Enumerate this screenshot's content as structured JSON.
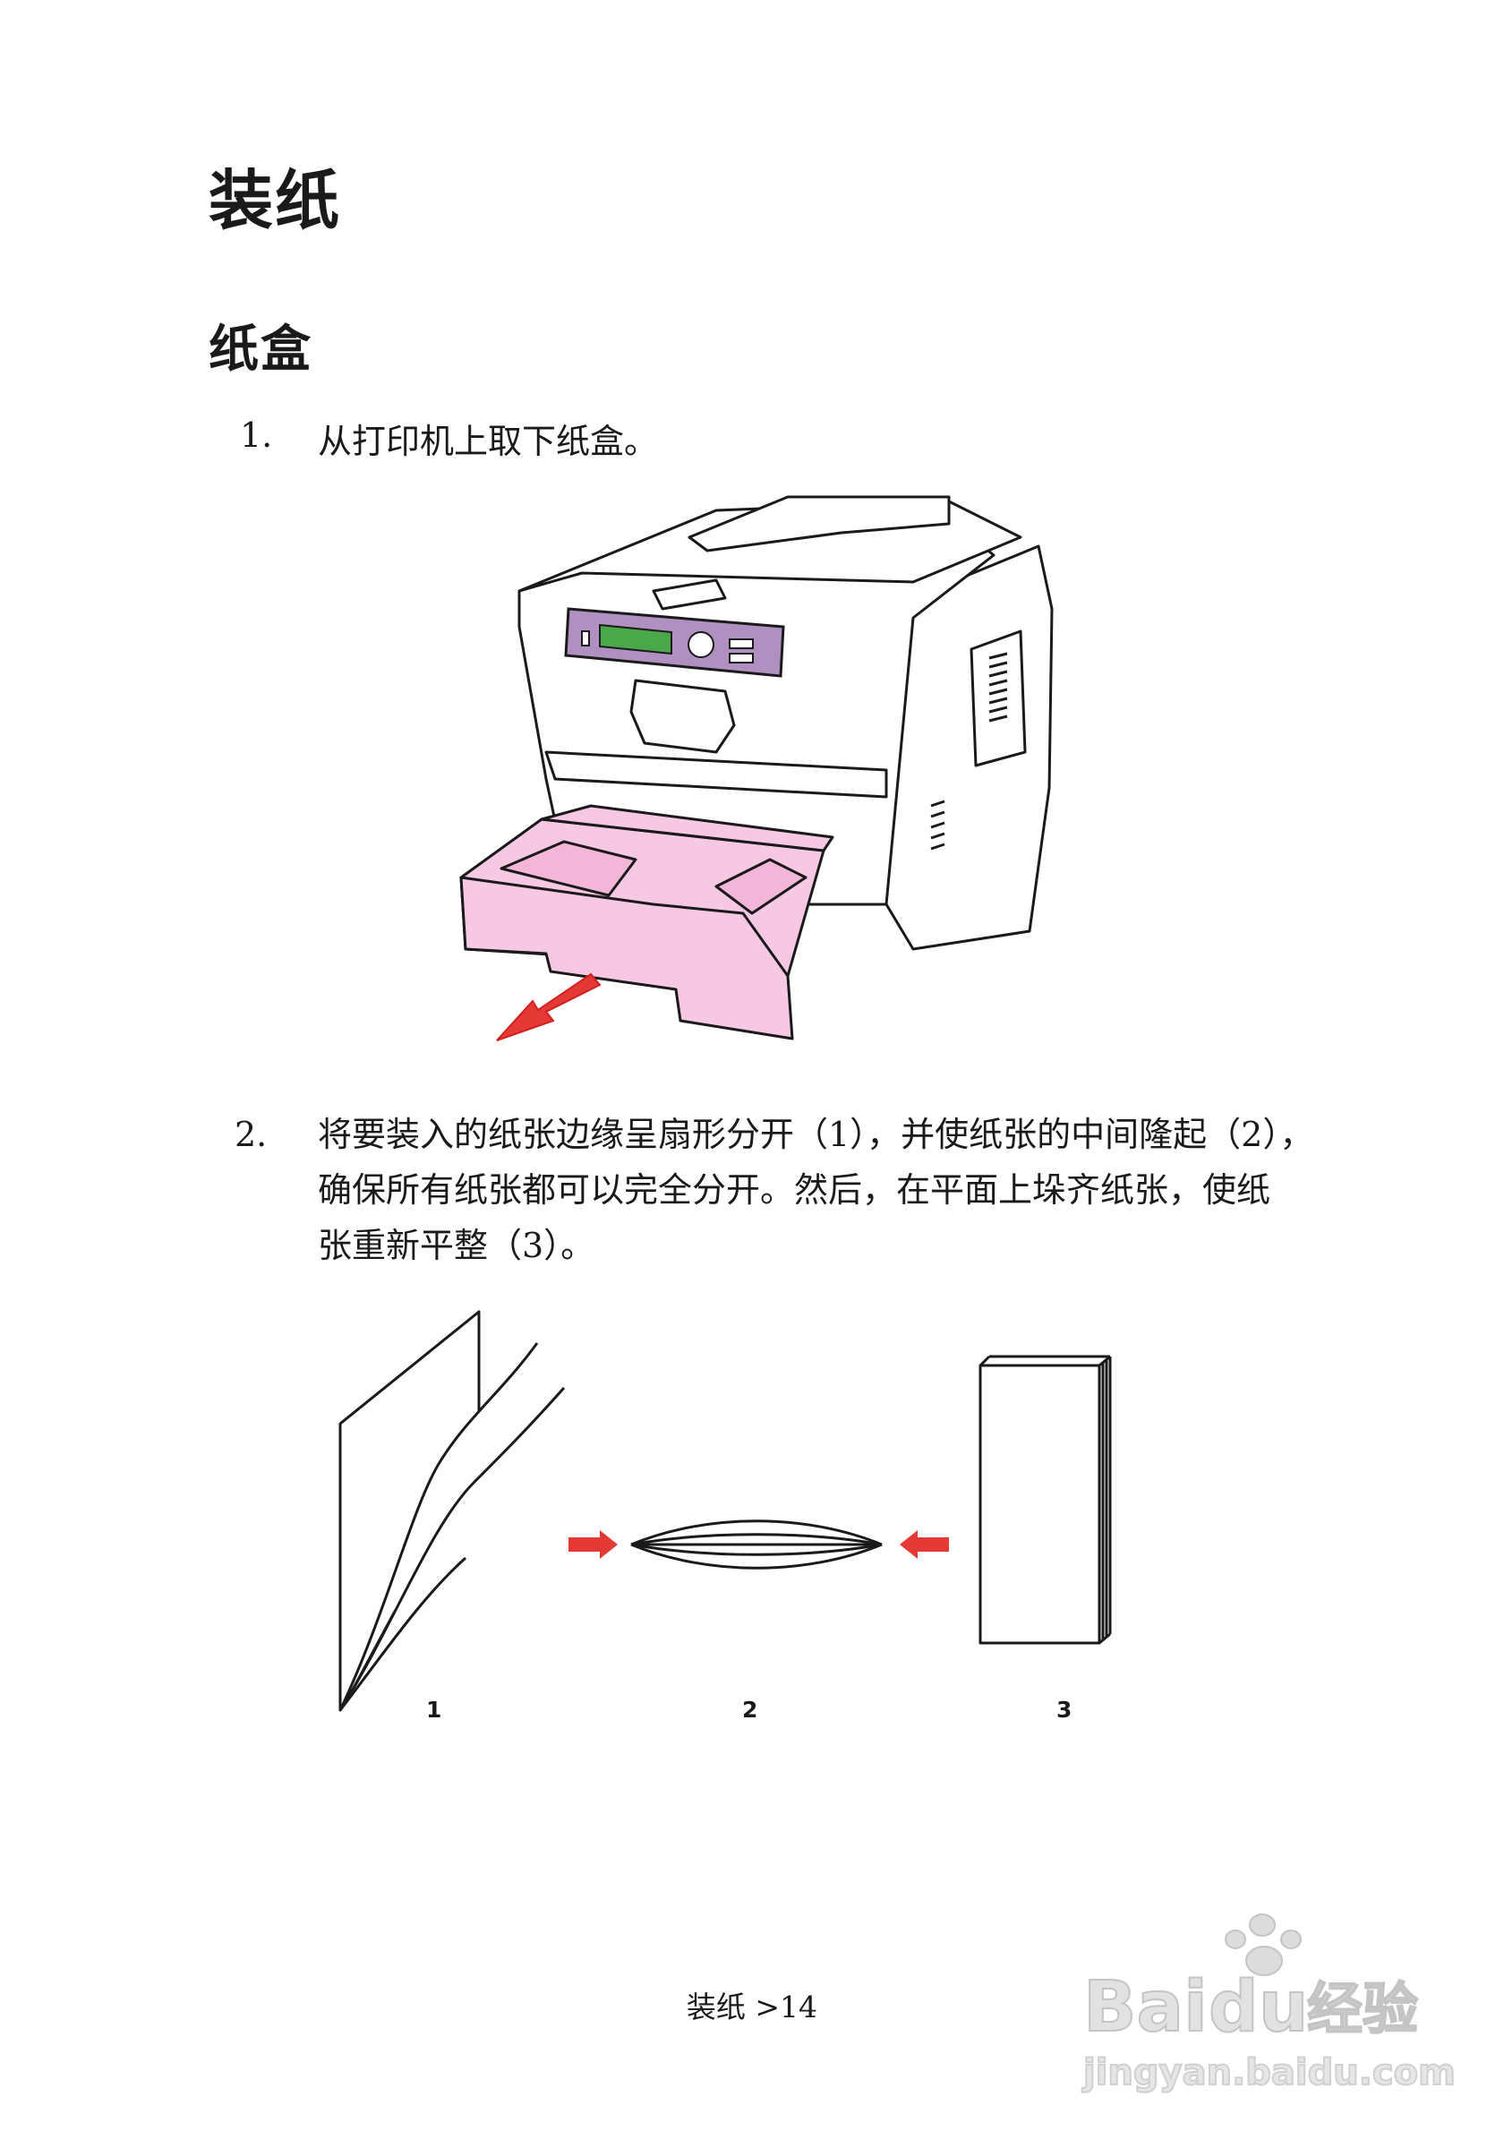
{
  "page": {
    "title": "装纸",
    "section_title": "纸盒"
  },
  "steps": [
    {
      "number": "1.",
      "text": "从打印机上取下纸盒。"
    },
    {
      "number": "2.",
      "lines": [
        "将要装入的纸张边缘呈扇形分开（1），并使纸张的中间隆起（2），",
        "确保所有纸张都可以完全分开。然后，在平面上垛齐纸张，使纸",
        "张重新平整（3）。"
      ]
    }
  ],
  "figure": {
    "labels": [
      "1",
      "2",
      "3"
    ]
  },
  "watermark": {
    "logo_text": "Bai du 经验",
    "url_text": "jingyan.baidu.com"
  },
  "footer": {
    "text": "装纸 >14"
  },
  "colors": {
    "tray": "#f7c8e4",
    "panel": "#a07ab0",
    "display": "#4aa84a",
    "arrow": "#e03030"
  }
}
